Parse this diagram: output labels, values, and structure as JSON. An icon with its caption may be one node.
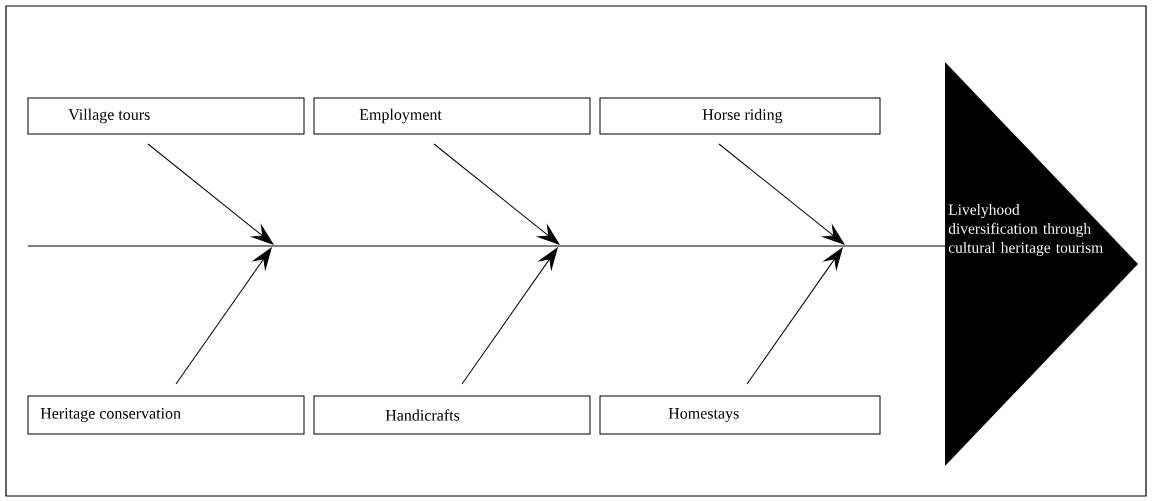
{
  "diagram": {
    "nodes": [
      {
        "text": [
          "Village tours"
        ]
      },
      {
        "text": [
          "Employment"
        ]
      },
      {
        "text": [
          "Horse riding"
        ]
      },
      {
        "text": [
          "Heritage conservation"
        ]
      },
      {
        "text": [
          "Handicrafts"
        ]
      },
      {
        "text": [
          "Homestays"
        ]
      },
      {
        "text": [
          "Livelyhood diversification through cultural heritage tourism"
        ]
      }
    ],
    "edges": [
      {
        "from": null,
        "to": 6,
        "arrow": "none"
      },
      {
        "from": 0,
        "to": null,
        "arrow": "to"
      },
      {
        "from": 1,
        "to": null,
        "arrow": "to"
      },
      {
        "from": 2,
        "to": null,
        "arrow": "to"
      },
      {
        "from": 3,
        "to": null,
        "arrow": "to"
      },
      {
        "from": 4,
        "to": null,
        "arrow": "to"
      },
      {
        "from": 5,
        "to": null,
        "arrow": "to"
      }
    ]
  }
}
